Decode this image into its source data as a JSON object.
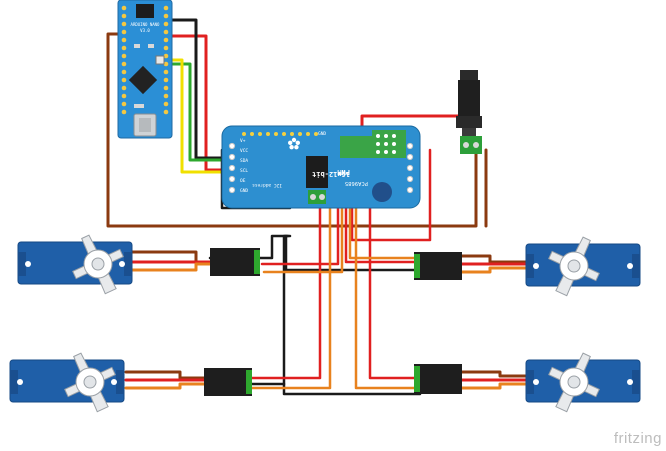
{
  "watermark": "fritzing",
  "pwm_board": {
    "title": "PWM",
    "subtitle": "16x12-bit",
    "model": "PCA9685",
    "address_label": "I2C address",
    "header_pins": [
      "GND",
      "OE",
      "SCL",
      "SDA",
      "VCC",
      "V+"
    ],
    "channel_label": "GND"
  },
  "arduino": {
    "name": "ARDUINO NANO",
    "version": "V3.0"
  },
  "colors": {
    "red": "#e02020",
    "black": "#1a1a1a",
    "brown": "#8b3a10",
    "orange": "#e8821e",
    "yellow": "#f0e000",
    "green": "#2ea82e",
    "servo_blue": "#1f5fa8",
    "board_blue": "#2d8fd0"
  }
}
